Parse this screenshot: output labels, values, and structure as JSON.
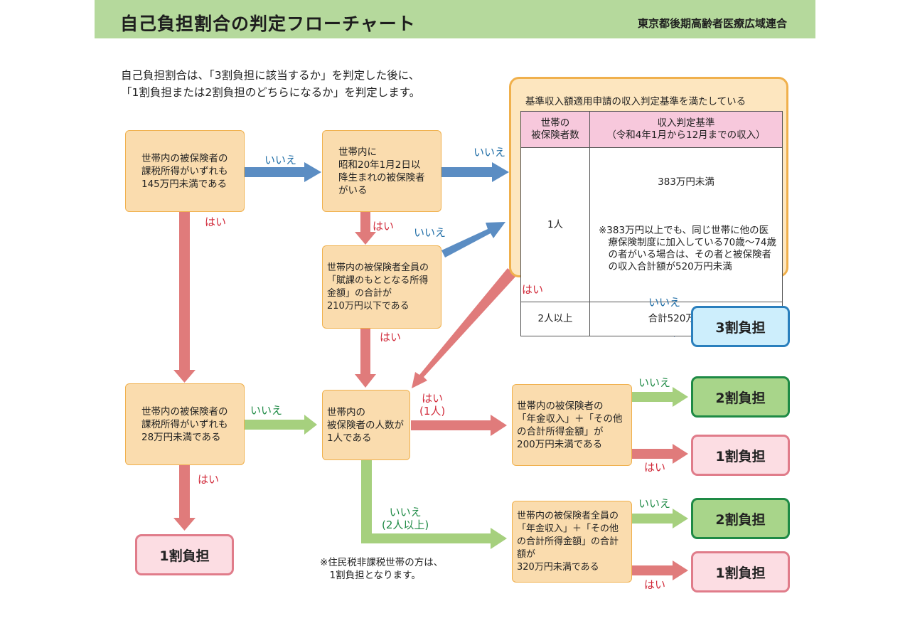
{
  "header": {
    "title": "自己負担割合の判定フローチャート",
    "org": "東京都後期高齢者医療広域連合"
  },
  "intro": "自己負担割合は、「3割負担に該当するか」を判定した後に、\n「1割負担または2割負担のどちらになるか」を判定します。",
  "boxes": {
    "q1": "世帯内の被保険者の\n課税所得がいずれも\n145万円未満である",
    "q2": "世帯内に\n昭和20年1月2日以\n降生まれの被保険者\nがいる",
    "q3": "世帯内の被保険者全員の\n「賦課のもととなる所得\n金額」の合計が\n210万円以下である",
    "q4": "世帯内の被保険者の\n課税所得がいずれも\n28万円未満である",
    "q5": "世帯内の\n被保険者の人数が\n1人である",
    "q6": "世帯内の被保険者の\n「年金収入」＋「その他\nの合計所得金額」が\n200万円未満である",
    "q7": "世帯内の被保険者全員の\n「年金収入」＋「その他\nの合計所得金額」の合計\n額が\n320万円未満である"
  },
  "criteria": {
    "title": "基準収入額適用申請の収入判定基準を満たしている",
    "col1_header": "世帯の\n被保険者数",
    "col2_header": "収入判定基準\n（令和4年1月から12月までの収入）",
    "rows": [
      {
        "count": "1人",
        "amount": "383万円未満",
        "note": "※383万円以上でも、同じ世帯に他の医\n　療保険制度に加入している70歳～74歳\n　の者がいる場合は、その者と被保険者\n　の収入合計額が520万円未満"
      },
      {
        "count": "2人以上",
        "amount": "合計520万円未満"
      }
    ]
  },
  "results": {
    "r3": "3割負担",
    "r2a": "2割負担",
    "r1a": "1割負担",
    "r2b": "2割負担",
    "r1b": "1割負担",
    "r1left": "1割負担"
  },
  "labels": {
    "no": "いいえ",
    "yes": "はい",
    "yes_one": "はい\n(1人)",
    "no_two": "いいえ\n(2人以上)"
  },
  "footnote": "※住民税非課税世帯の方は、\n　1割負担となります。",
  "colors": {
    "header_bg": "#b5d99c",
    "box_fill": "#fadcae",
    "box_border": "#f0b04c",
    "arrow_blue": "#5b8dc3",
    "arrow_red": "#e07b7b",
    "arrow_green": "#a6d07e"
  }
}
